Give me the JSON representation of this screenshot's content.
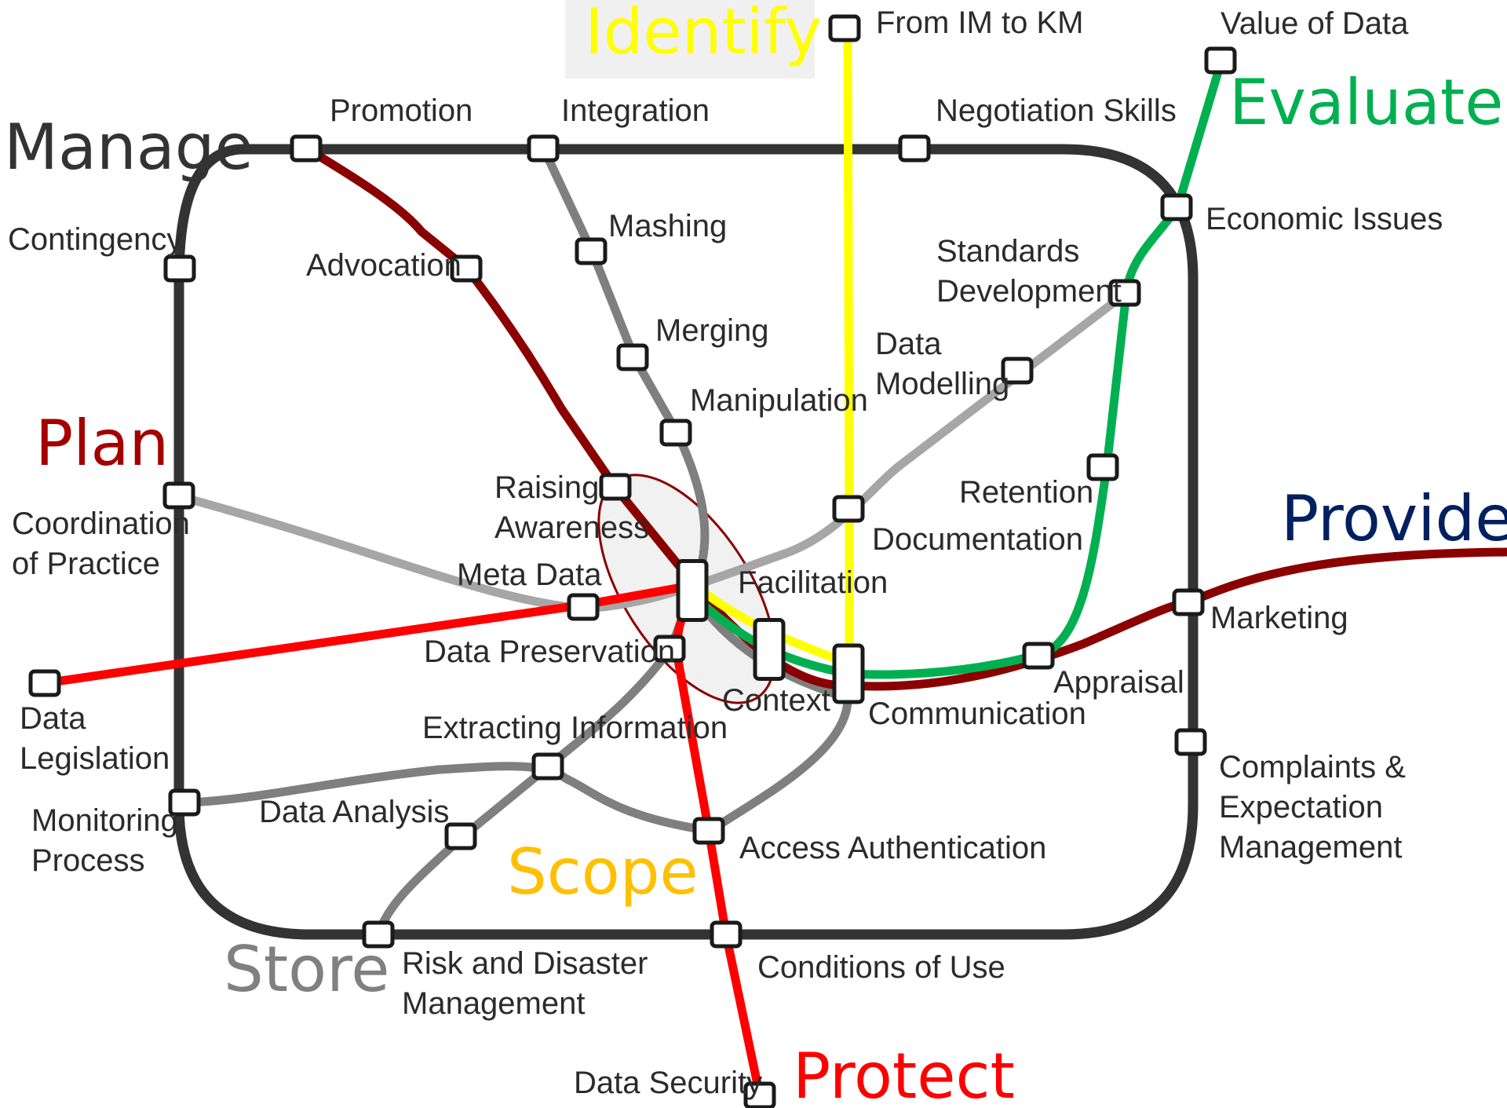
{
  "lines": {
    "manage": {
      "label": "Manage",
      "color": "#333333"
    },
    "plan": {
      "label": "Plan",
      "color": "#a50000"
    },
    "identify": {
      "label": "Identify",
      "color": "#ffff00"
    },
    "evaluate": {
      "label": "Evaluate",
      "color": "#00b050"
    },
    "provide": {
      "label": "Provide",
      "color": "#002060"
    },
    "protect": {
      "label": "Protect",
      "color": "#ff0000"
    },
    "store": {
      "label": "Store",
      "color": "#808080"
    },
    "scope": {
      "label": "Scope",
      "color": "#ffc000"
    }
  },
  "route_colors": {
    "manage": "#333333",
    "plan": "#8b0000",
    "identify": "#ffff00",
    "evaluate": "#00b050",
    "protect": "#ff0000",
    "store": "#7f7f7f",
    "scope": "#a6a6a6"
  },
  "stations": {
    "from_im_to_km": "From IM to KM",
    "value_of_data": "Value of Data",
    "promotion": "Promotion",
    "integration": "Integration",
    "negotiation_skills": "Negotiation Skills",
    "contingency": "Contingency",
    "advocation": "Advocation",
    "mashing": "Mashing",
    "economic_issues": "Economic Issues",
    "standards_development": [
      "Standards",
      "Development"
    ],
    "merging": "Merging",
    "data_modelling": [
      "Data",
      "Modelling"
    ],
    "manipulation": "Manipulation",
    "raising_awareness": [
      "Raising",
      "Awareness"
    ],
    "retention": "Retention",
    "coordination_of_practice": [
      "Coordination",
      "of Practice"
    ],
    "documentation": "Documentation",
    "meta_data": "Meta Data",
    "facilitation": "Facilitation",
    "marketing": "Marketing",
    "data_preservation": "Data Preservation",
    "appraisal": "Appraisal",
    "context": "Context",
    "communication": "Communication",
    "data_legislation": [
      "Data",
      "Legislation"
    ],
    "extracting_information": "Extracting Information",
    "complaints": [
      "Complaints &",
      "Expectation",
      "Management"
    ],
    "monitoring_process": [
      "Monitoring",
      "Process"
    ],
    "data_analysis": "Data Analysis",
    "access_authentication": "Access Authentication",
    "risk_and_disaster": [
      "Risk and Disaster",
      "Management"
    ],
    "conditions_of_use": "Conditions of Use",
    "data_security": "Data Security"
  }
}
